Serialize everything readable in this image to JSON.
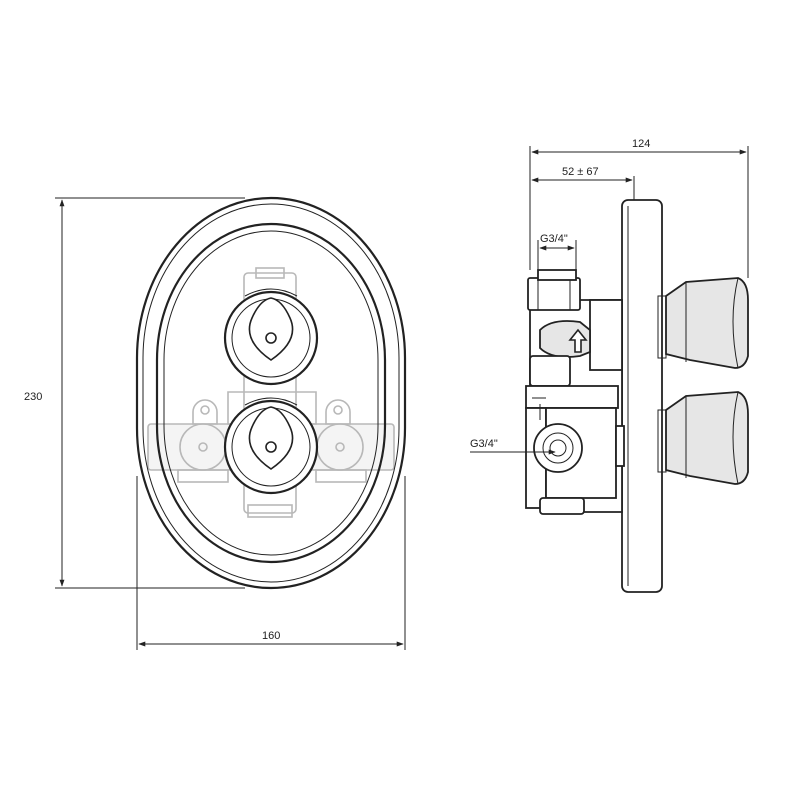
{
  "dimensions": {
    "height": "230",
    "width": "160",
    "depth_total": "124",
    "depth_adjust": "52 ± 67",
    "inlet_top": "G3/4\"",
    "inlet_side": "G3/4\""
  }
}
